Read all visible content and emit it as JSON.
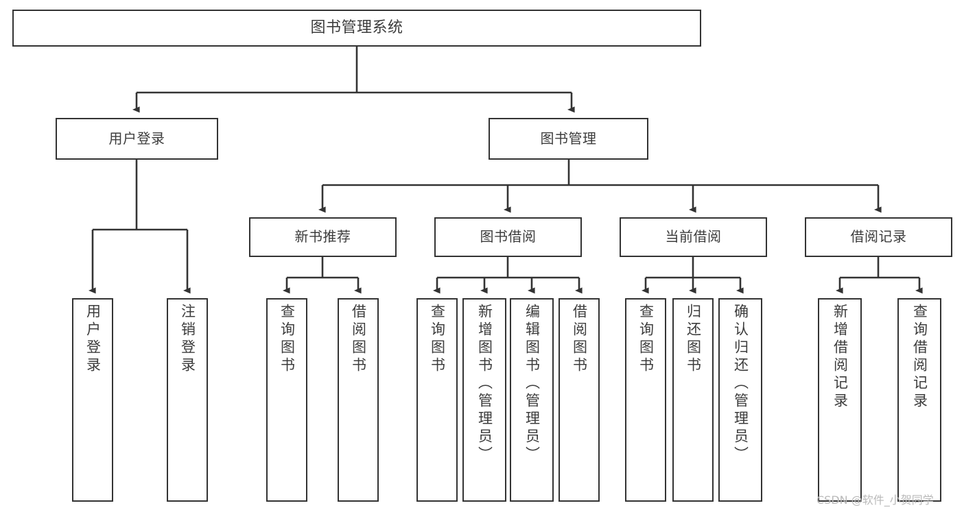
{
  "diagram": {
    "title": "图书管理系统",
    "type": "hierarchy-tree",
    "root": {
      "label": "图书管理系统"
    },
    "level1": [
      {
        "label": "用户登录"
      },
      {
        "label": "图书管理"
      }
    ],
    "level2": [
      {
        "label": "新书推荐"
      },
      {
        "label": "图书借阅"
      },
      {
        "label": "当前借阅"
      },
      {
        "label": "借阅记录"
      }
    ],
    "leaves": {
      "login": [
        {
          "label": "用户登录"
        },
        {
          "label": "注销登录"
        }
      ],
      "new_books": [
        {
          "label": "查询图书"
        },
        {
          "label": "借阅图书"
        }
      ],
      "book_borrow": [
        {
          "label": "查询图书"
        },
        {
          "label": "新增图书（管理员）"
        },
        {
          "label": "编辑图书（管理员）"
        },
        {
          "label": "借阅图书"
        }
      ],
      "current_borrow": [
        {
          "label": "查询图书"
        },
        {
          "label": "归还图书"
        },
        {
          "label": "确认归还（管理员）"
        }
      ],
      "borrow_record": [
        {
          "label": "新增借阅记录"
        },
        {
          "label": "查询借阅记录"
        }
      ]
    }
  },
  "watermark": {
    "text": "CSDN @软件_小贺同学"
  },
  "colors": {
    "stroke": "#333333",
    "text": "#3c3c3c",
    "background": "#ffffff",
    "watermark": "#b9b9b9"
  }
}
